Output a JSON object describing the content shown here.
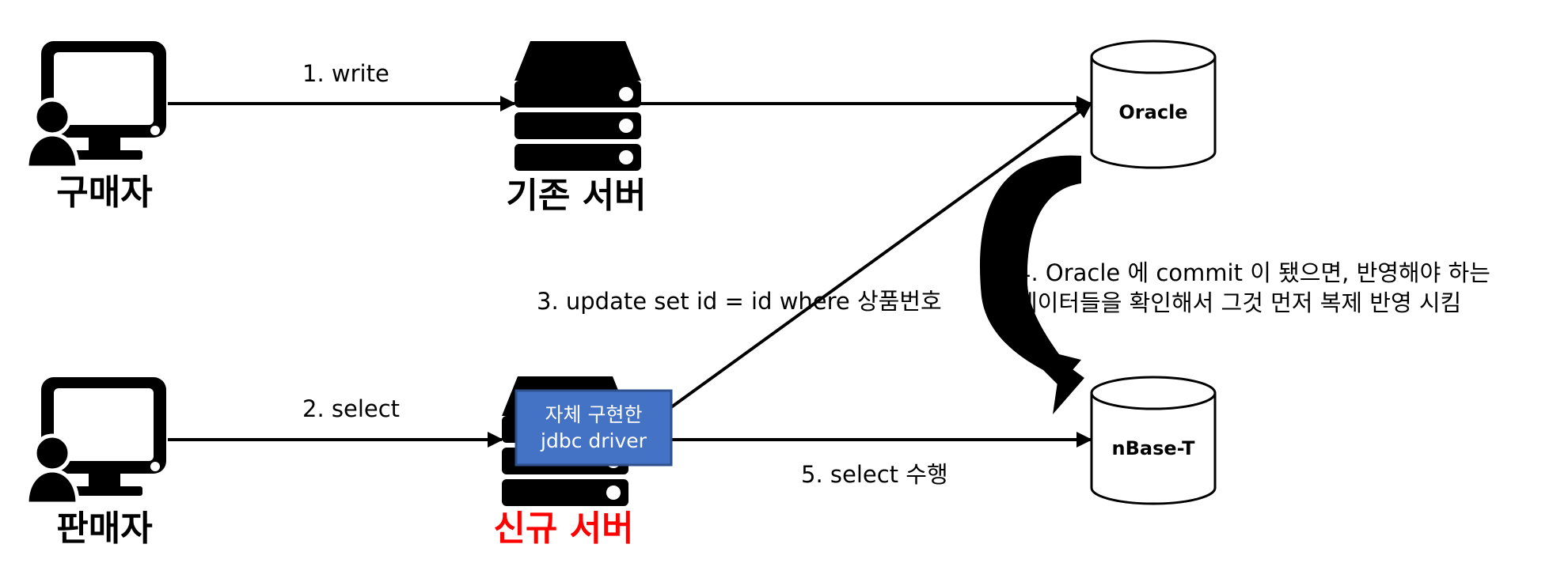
{
  "nodes": {
    "buyer": "구매자",
    "seller": "판매자",
    "legacy_server": "기존 서버",
    "new_server": "신규 서버",
    "oracle": "Oracle",
    "nbase": "nBase-T",
    "jdbc_driver": [
      "자체 구현한",
      "jdbc driver"
    ]
  },
  "edges": {
    "write": "1. write",
    "select": "2. select",
    "update": "3. update set id = id where 상품번호",
    "replicate": [
      "4. Oracle 에 commit 이 됐으면, 반영해야 하는",
      "데이터들을 확인해서 그것 먼저 복제 반영 시킴"
    ],
    "select_exec": "5. select 수행"
  },
  "colors": {
    "new_server_label": "#ff0000",
    "driver_fill": "#4472c4",
    "driver_border": "#2f528f",
    "icon": "#000000"
  },
  "icons": {
    "buyer": "user-computer-icon",
    "seller": "user-computer-icon",
    "legacy_server": "server-stack-icon",
    "new_server": "server-stack-icon",
    "oracle": "database-cylinder-icon",
    "nbase": "database-cylinder-icon"
  }
}
